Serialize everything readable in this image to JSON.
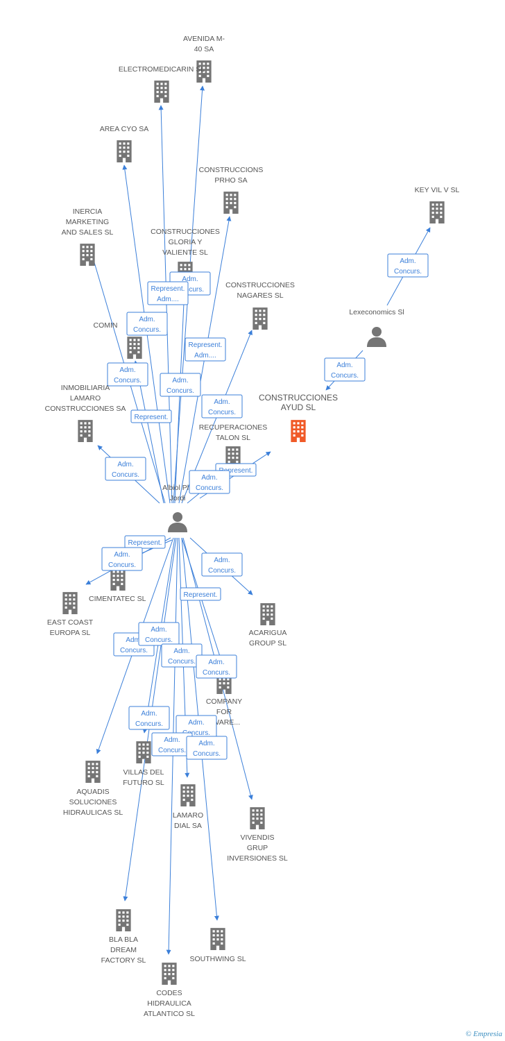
{
  "colors": {
    "edge": "#3b7fd9",
    "node": "#757575",
    "highlight": "#f05a28",
    "label": "#555555"
  },
  "nodes": [
    {
      "id": "albiol",
      "type": "person",
      "lines": [
        "Albiol Pla",
        "Jordi"
      ]
    },
    {
      "id": "lexeconomics",
      "type": "person",
      "lines": [
        "Lexeconomics Sl"
      ]
    },
    {
      "id": "ayud",
      "type": "company",
      "highlight": true,
      "lines": [
        "CONSTRUCCIONES",
        "AYUD SL"
      ]
    },
    {
      "id": "avenida",
      "type": "company",
      "lines": [
        "AVENIDA M-",
        "40 SA"
      ]
    },
    {
      "id": "electromedicarin",
      "type": "company",
      "lines": [
        "ELECTROMEDICARIN SL"
      ]
    },
    {
      "id": "areacyo",
      "type": "company",
      "lines": [
        "AREA CYO SA"
      ]
    },
    {
      "id": "prho",
      "type": "company",
      "lines": [
        "CONSTRUCCIONS",
        "PRHO SA"
      ]
    },
    {
      "id": "keyvil",
      "type": "company",
      "lines": [
        "KEY VIL V SL"
      ]
    },
    {
      "id": "inercia",
      "type": "company",
      "lines": [
        "INERCIA",
        "MARKETING",
        "AND SALES SL"
      ]
    },
    {
      "id": "gloria",
      "type": "company",
      "lines": [
        "CONSTRUCCIONES",
        "GLORIA Y",
        "VALIENTE SL"
      ]
    },
    {
      "id": "nagares",
      "type": "company",
      "lines": [
        "CONSTRUCCIONES",
        "NAGARES SL"
      ]
    },
    {
      "id": "comin",
      "type": "company",
      "lines": [
        "COMIN"
      ]
    },
    {
      "id": "lamaroconst",
      "type": "company",
      "lines": [
        "INMOBILIARIA",
        "LAMARO",
        "CONSTRUCCIONES SA"
      ]
    },
    {
      "id": "talon",
      "type": "company",
      "lines": [
        "RECUPERACIONES",
        "TALON SL"
      ]
    },
    {
      "id": "cimentatec",
      "type": "company",
      "lines": [
        "CIMENTATEC SL"
      ]
    },
    {
      "id": "eastcoast",
      "type": "company",
      "lines": [
        "EAST COAST",
        "EUROPA SL"
      ]
    },
    {
      "id": "acarigua",
      "type": "company",
      "lines": [
        "ACARIGUA",
        "GROUP SL"
      ]
    },
    {
      "id": "company",
      "type": "company",
      "lines": [
        "COMPANY",
        "FOR",
        "TWARE..."
      ]
    },
    {
      "id": "aquadis",
      "type": "company",
      "lines": [
        "AQUADIS",
        "SOLUCIONES",
        "HIDRAULICAS SL"
      ]
    },
    {
      "id": "villas",
      "type": "company",
      "lines": [
        "VILLAS DEL",
        "FUTURO SL"
      ]
    },
    {
      "id": "lamarodial",
      "type": "company",
      "lines": [
        "LAMARO",
        "DIAL SA"
      ]
    },
    {
      "id": "vivendis",
      "type": "company",
      "lines": [
        "VIVENDIS",
        "GRUP",
        "INVERSIONES SL"
      ]
    },
    {
      "id": "blabla",
      "type": "company",
      "lines": [
        "BLA BLA",
        "DREAM",
        "FACTORY SL"
      ]
    },
    {
      "id": "southwing",
      "type": "company",
      "lines": [
        "SOUTHWING SL"
      ]
    },
    {
      "id": "codes",
      "type": "company",
      "lines": [
        "CODES",
        "HIDRAULICA",
        "ATLANTICO SL"
      ]
    }
  ],
  "edges": [
    {
      "from": "albiol",
      "to": "avenida"
    },
    {
      "from": "albiol",
      "to": "electromedicarin"
    },
    {
      "from": "albiol",
      "to": "areacyo"
    },
    {
      "from": "albiol",
      "to": "prho"
    },
    {
      "from": "albiol",
      "to": "inercia"
    },
    {
      "from": "albiol",
      "to": "gloria"
    },
    {
      "from": "albiol",
      "to": "nagares"
    },
    {
      "from": "albiol",
      "to": "comin"
    },
    {
      "from": "albiol",
      "to": "lamaroconst"
    },
    {
      "from": "albiol",
      "to": "ayud"
    },
    {
      "from": "albiol",
      "to": "talon"
    },
    {
      "from": "lexeconomics",
      "to": "keyvil"
    },
    {
      "from": "lexeconomics",
      "to": "ayud"
    },
    {
      "from": "albiol",
      "to": "cimentatec"
    },
    {
      "from": "albiol",
      "to": "eastcoast"
    },
    {
      "from": "albiol",
      "to": "acarigua"
    },
    {
      "from": "albiol",
      "to": "company"
    },
    {
      "from": "albiol",
      "to": "aquadis"
    },
    {
      "from": "albiol",
      "to": "villas"
    },
    {
      "from": "albiol",
      "to": "lamarodial"
    },
    {
      "from": "albiol",
      "to": "vivendis"
    },
    {
      "from": "albiol",
      "to": "blabla"
    },
    {
      "from": "albiol",
      "to": "southwing"
    },
    {
      "from": "albiol",
      "to": "codes"
    }
  ],
  "edge_labels": [
    {
      "lines": [
        "Adm.",
        "Concurs."
      ]
    },
    {
      "lines": [
        "Represent.",
        "Adm...."
      ]
    },
    {
      "lines": [
        "Adm.",
        "Concurs."
      ]
    },
    {
      "lines": [
        "Represent.",
        "Adm...."
      ]
    },
    {
      "lines": [
        "Adm.",
        "Concurs."
      ]
    },
    {
      "lines": [
        "Adm.",
        "Concurs."
      ]
    },
    {
      "lines": [
        "Represent."
      ]
    },
    {
      "lines": [
        "Adm.",
        "Concurs."
      ]
    },
    {
      "lines": [
        "Adm.",
        "Concurs."
      ]
    },
    {
      "lines": [
        "Represent."
      ]
    },
    {
      "lines": [
        "Adm.",
        "Concurs."
      ]
    },
    {
      "lines": [
        "Adm.",
        "Concurs."
      ]
    },
    {
      "lines": [
        "Adm.",
        "Concurs."
      ]
    },
    {
      "lines": [
        "Represent."
      ]
    },
    {
      "lines": [
        "Adm.",
        "Concurs."
      ]
    },
    {
      "lines": [
        "Adm.",
        "Concurs."
      ]
    },
    {
      "lines": [
        "Represent."
      ]
    },
    {
      "lines": [
        "Adm.",
        "Concurs."
      ]
    },
    {
      "lines": [
        "Adm.",
        "Concurs."
      ]
    },
    {
      "lines": [
        "Adm.",
        "Concurs."
      ]
    },
    {
      "lines": [
        "Adm.",
        "Concurs."
      ]
    },
    {
      "lines": [
        "Adm.",
        "Concurs."
      ]
    },
    {
      "lines": [
        "Adm.",
        "Concurs."
      ]
    },
    {
      "lines": [
        "Adm.",
        "Concurs."
      ]
    },
    {
      "lines": [
        "Adm.",
        "Concurs."
      ]
    }
  ],
  "brand": {
    "copyright": "©",
    "name": "Empresia"
  }
}
